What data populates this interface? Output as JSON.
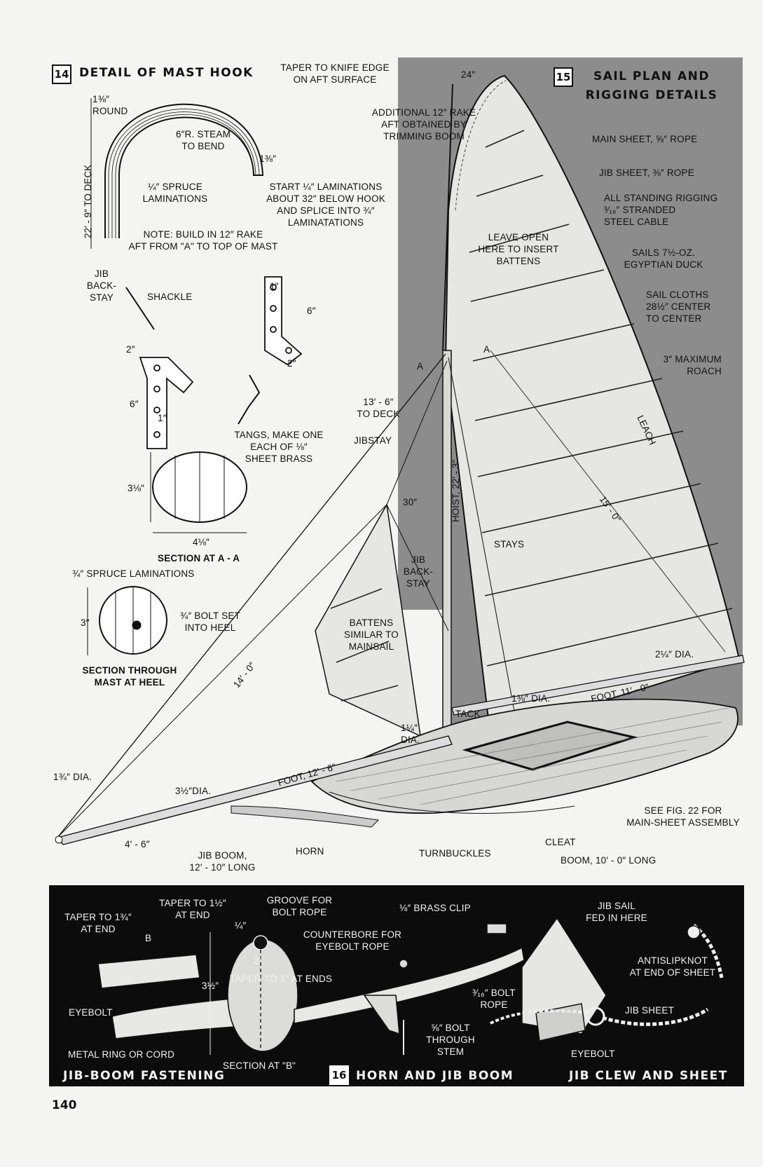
{
  "fig14": {
    "number": "14",
    "title": "DETAIL OF MAST HOOK",
    "taper_note": "TAPER TO KNIFE EDGE\nON AFT SURFACE",
    "round": "1⅜″\nROUND",
    "radius": "6″R.  STEAM\nTO BEND",
    "width_right": "1⅜″",
    "to_deck": "22′ - 9″ TO DECK",
    "spruce": "¼″ SPRUCE\nLAMINATIONS",
    "start_lam": "START ¼″ LAMINATIONS\nABOUT 32″ BELOW HOOK\nAND SPLICE INTO ¾″\nLAMINATATIONS",
    "note_rake": "NOTE: BUILD IN 12″ RAKE\nAFT FROM \"A\" TO TOP OF MAST",
    "jib_backstay": "JIB\nBACK-\nSTAY",
    "shackle": "SHACKLE",
    "dim_1_1": "1″",
    "dim_6_1": "6″",
    "dim_2_1": "2″",
    "dim_2_2": "2″",
    "dim_6_2": "6″",
    "dim_1_2": "1″",
    "tangs": "TANGS, MAKE ONE\nEACH OF ⅛″\nSHEET BRASS",
    "sec_aa_h": "3⅛″",
    "sec_aa_w": "4⅛″",
    "sec_aa": "SECTION AT A - A",
    "lam_34": "¾″ SPRUCE LAMINATIONS",
    "heel_h": "3″",
    "bolt_heel": "¾″ BOLT SET\nINTO HEEL",
    "sec_heel": "SECTION THROUGH\nMAST AT HEEL"
  },
  "fig15": {
    "number": "15",
    "title": "SAIL PLAN AND\nRIGGING DETAILS",
    "top_24": "24″",
    "add_rake": "ADDITIONAL 12″ RAKE\nAFT OBTAINED BY\nTRIMMING BOOM",
    "main_sheet": "MAIN SHEET, ⅝″ ROPE",
    "jib_sheet": "JIB SHEET, ⅜″ ROPE",
    "standing": "ALL STANDING RIGGING\n³⁄₁₆″ STRANDED\nSTEEL CABLE",
    "sails": "SAILS 7½-OZ.\nEGYPTIAN DUCK",
    "leave_open": "LEAVE OPEN\nHERE TO INSERT\nBATTENS",
    "sail_cloths": "SAIL CLOTHS\n28½″ CENTER\nTO CENTER",
    "roach": "3″ MAXIMUM\nROACH",
    "a_left": "A",
    "a_right": "A",
    "to_deck": "13′ - 6″\nTO DECK",
    "jibstay": "JIBSTAY",
    "hoist": "HOIST, 22′ - 3″",
    "leach": "LEACH",
    "dim_15": "15′ - 0″",
    "dim_30": "30″",
    "stays": "STAYS",
    "jib_backstay": "JIB\nBACK-\nSTAY",
    "battens": "BATTENS\nSIMILAR TO\nMAINSAIL",
    "dim_14": "14′ - 0″",
    "dia_2_14": "2¼″ DIA.",
    "foot_11": "FOOT, 11′ - 0″",
    "dia_1_38": "1⅜″ DIA.",
    "tack": "TACK",
    "dia_1_14": "1¼″\nDIA.",
    "foot_12": "FOOT, 12′ - 6″",
    "dia_1_34": "1¾″ DIA.",
    "dia_3_12": "3½″DIA.",
    "see_fig": "SEE FIG. 22 FOR\nMAIN-SHEET ASSEMBLY",
    "dim_4_6": "4′ - 6″",
    "jib_boom": "JIB BOOM,\n12′ - 10″ LONG",
    "horn": "HORN",
    "turnbuckles": "TURNBUCKLES",
    "cleat": "CLEAT",
    "boom": "BOOM, 10′ - 0″ LONG"
  },
  "fig16": {
    "number": "16",
    "taper_134": "TAPER TO 1¾″\nAT END",
    "taper_112": "TAPER TO 1½″\nAT END",
    "b_mark": "B",
    "quarter": "¼″",
    "groove": "GROOVE FOR\nBOLT ROPE",
    "counterbore": "COUNTERBORE FOR\nEYEBOLT ROPE",
    "two_in": "2″",
    "taper_ends": "TAPER TO 1″ AT ENDS",
    "h_312": "3½″",
    "eyebolt_left": "EYEBOLT",
    "metal_ring": "METAL RING OR CORD",
    "sec_b": "SECTION AT \"B\"",
    "brass_clip": "⅛″ BRASS CLIP",
    "bolt_rope": "³⁄₁₆″ BOLT\nROPE",
    "bolt_stem": "⅝″ BOLT\nTHROUGH\nSTEM",
    "jib_sail_fed": "JIB SAIL\nFED IN HERE",
    "antislip": "ANTISLIPKNOT\nAT END OF SHEET",
    "jib_sheet": "JIB SHEET",
    "eyebolt_right": "EYEBOLT",
    "cap_left": "JIB-BOOM FASTENING",
    "cap_mid": "HORN AND JIB BOOM",
    "cap_right": "JIB CLEW AND SHEET"
  },
  "page_number": "140",
  "colors": {
    "panel_gray": "#8c8c8c",
    "panel_black": "#0c0c0c",
    "paper": "#f4f4f2"
  }
}
